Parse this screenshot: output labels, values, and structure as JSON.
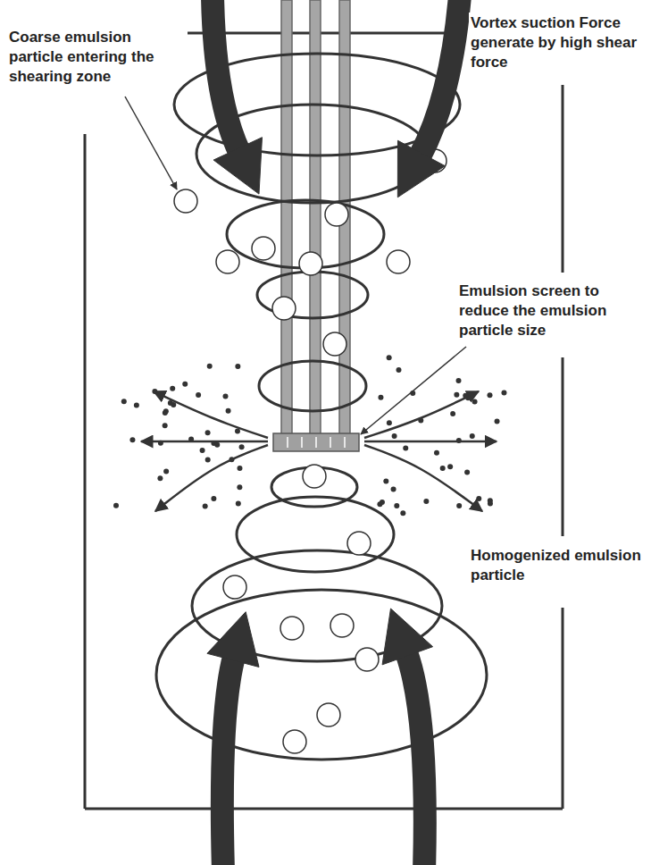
{
  "diagram": {
    "labels": [
      "Coarse emulsion particle entering the shearing zone",
      "Vortex suction Force generate by high shear force",
      "Emulsion screen to reduce the emulsion particle size",
      "Homogenized emulsion particle"
    ]
  }
}
